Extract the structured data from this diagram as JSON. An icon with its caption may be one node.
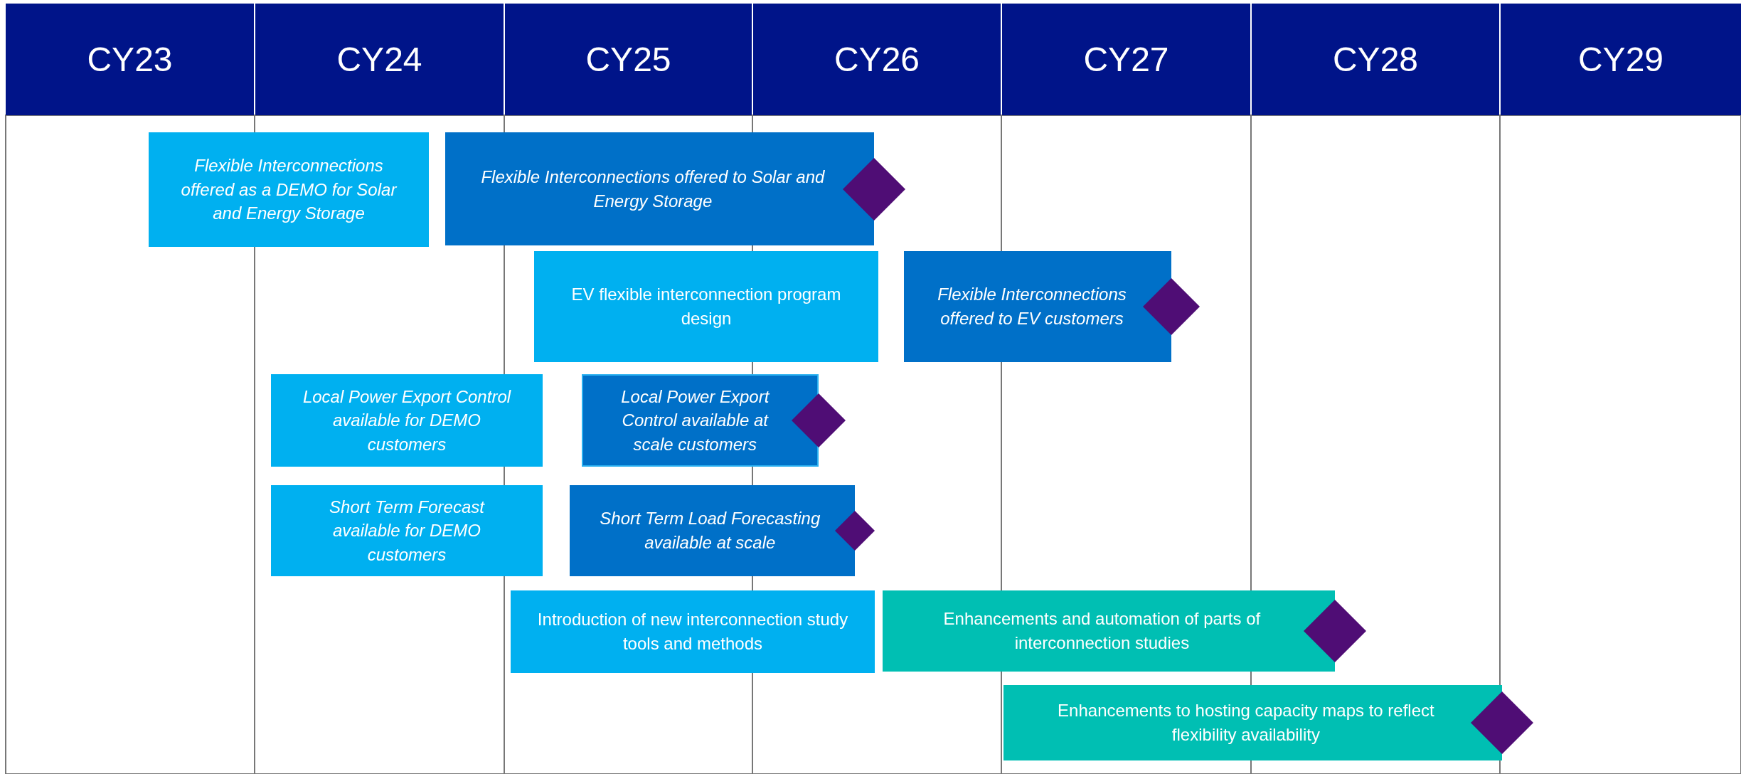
{
  "diagram": {
    "nodes": [
      {
        "text": [
          "CY23"
        ]
      },
      {
        "text": [
          "CY24"
        ]
      },
      {
        "text": [
          "CY25"
        ]
      },
      {
        "text": [
          "CY26"
        ]
      },
      {
        "text": [
          "CY27"
        ]
      },
      {
        "text": [
          "CY28"
        ]
      },
      {
        "text": [
          "CY29"
        ]
      },
      {
        "text": [
          "Flexible Interconnections offered as a DEMO for Solar and Energy Storage"
        ]
      },
      {
        "text": [
          "Flexible Interconnections offered  to Solar and Energy Storage"
        ]
      },
      {
        "text": [
          "EV flexible interconnection program design"
        ]
      },
      {
        "text": [
          "Flexible Interconnections offered to EV customers"
        ]
      },
      {
        "text": [
          "Local Power Export Control available for DEMO customers"
        ]
      },
      {
        "text": [
          "Local Power Export Control available at scale customers"
        ]
      },
      {
        "text": [
          "Short Term Forecast available for DEMO customers"
        ]
      },
      {
        "text": [
          "Short Term Load Forecasting available  at scale"
        ]
      },
      {
        "text": [
          "Introduction of new interconnection study tools and methods"
        ]
      },
      {
        "text": [
          "Enhancements and automation of parts of interconnection studies"
        ]
      },
      {
        "text": [
          "Enhancements to hosting capacity maps to reflect flexibility availability"
        ]
      },
      {
        "text": [],
        "shape": "diamond"
      },
      {
        "text": [],
        "shape": "diamond"
      },
      {
        "text": [],
        "shape": "diamond"
      },
      {
        "text": [],
        "shape": "diamond"
      },
      {
        "text": [],
        "shape": "diamond"
      },
      {
        "text": [],
        "shape": "diamond"
      }
    ]
  }
}
